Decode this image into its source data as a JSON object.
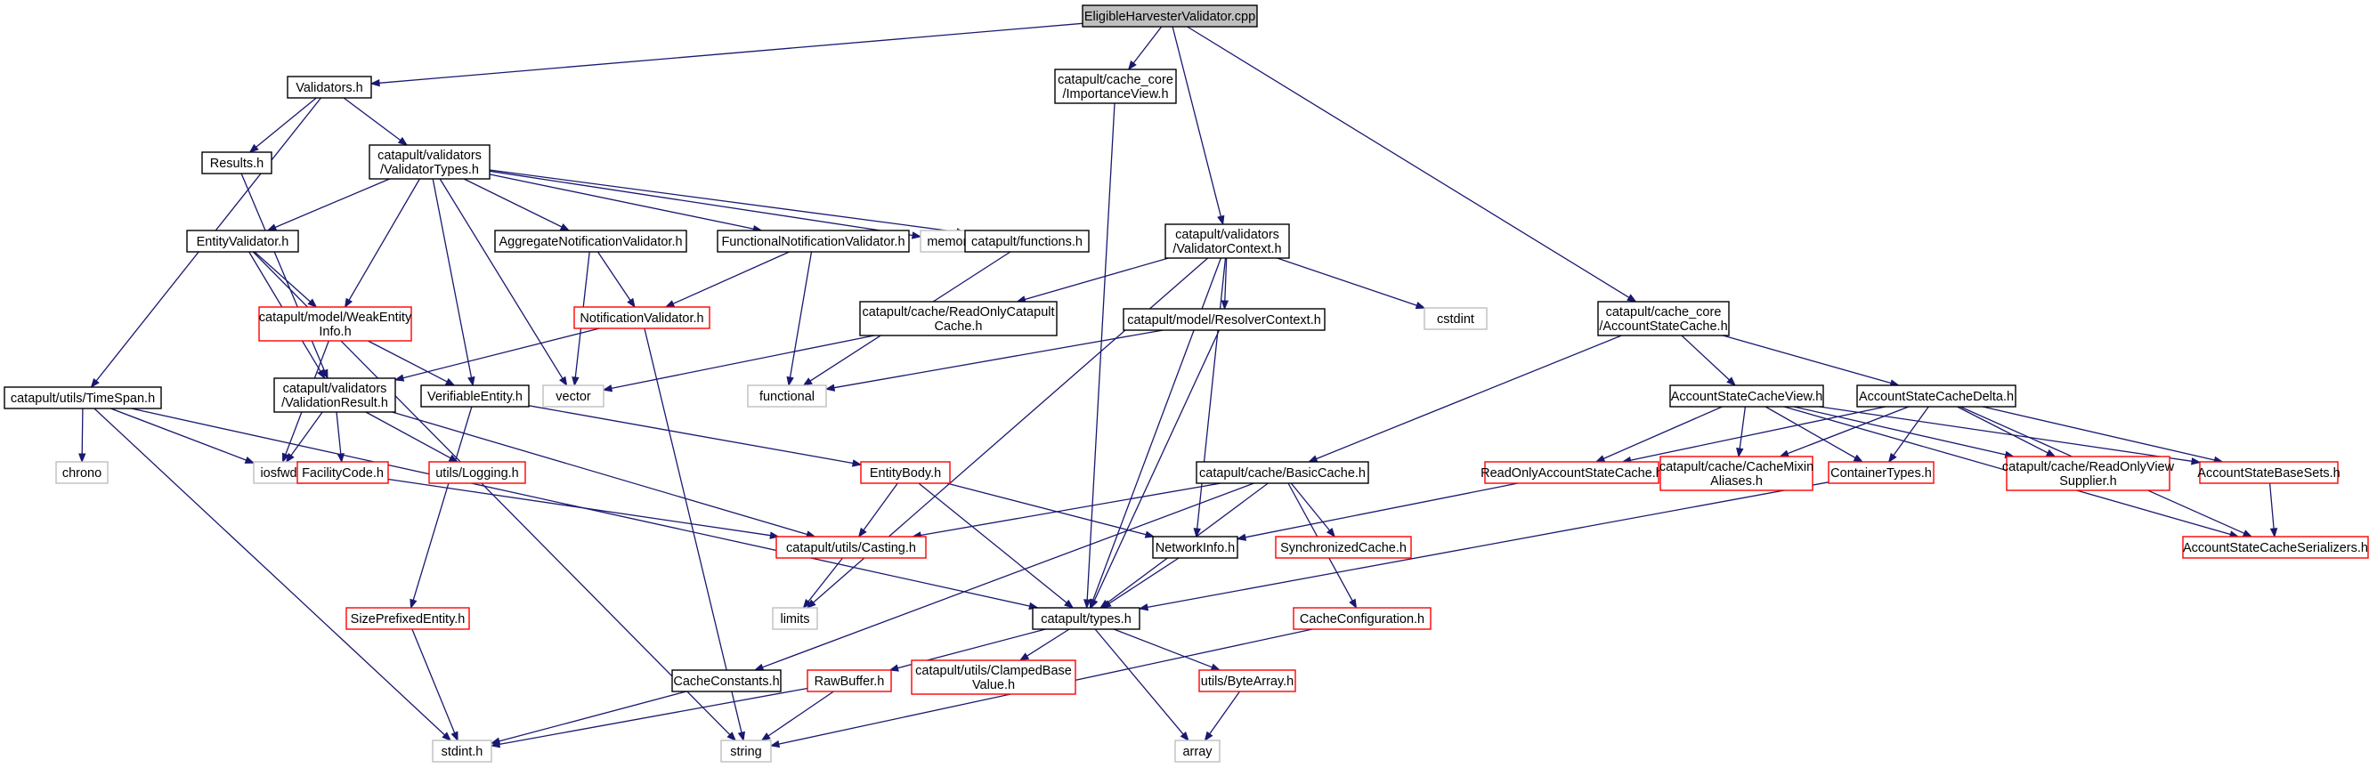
{
  "diagram": {
    "colors": {
      "edge": "#191970",
      "box_included": "#000000",
      "box_truncated": "#ff0000",
      "box_system": "#bfbfbf",
      "root_fill": "#bfbfbf",
      "box_fill": "#ffffff"
    },
    "nodes": [
      {
        "id": "root",
        "kind": "root",
        "lines": [
          "EligibleHarvesterValidator.cpp"
        ]
      },
      {
        "id": "validators_h",
        "kind": "included",
        "lines": [
          "Validators.h"
        ]
      },
      {
        "id": "importance_view",
        "kind": "included",
        "lines": [
          "catapult/cache_core",
          "/ImportanceView.h"
        ]
      },
      {
        "id": "results_h",
        "kind": "included",
        "lines": [
          "Results.h"
        ]
      },
      {
        "id": "validator_types",
        "kind": "included",
        "lines": [
          "catapult/validators",
          "/ValidatorTypes.h"
        ]
      },
      {
        "id": "entity_validator",
        "kind": "included",
        "lines": [
          "EntityValidator.h"
        ]
      },
      {
        "id": "aggregate_nv",
        "kind": "included",
        "lines": [
          "AggregateNotificationValidator.h"
        ]
      },
      {
        "id": "functional_nv",
        "kind": "included",
        "lines": [
          "FunctionalNotificationValidator.h"
        ]
      },
      {
        "id": "memory",
        "kind": "system",
        "lines": [
          "memory"
        ]
      },
      {
        "id": "functions_h",
        "kind": "included",
        "lines": [
          "catapult/functions.h"
        ]
      },
      {
        "id": "validator_context",
        "kind": "included",
        "lines": [
          "catapult/validators",
          "/ValidatorContext.h"
        ]
      },
      {
        "id": "account_state_cache",
        "kind": "included",
        "lines": [
          "catapult/cache_core",
          "/AccountStateCache.h"
        ]
      },
      {
        "id": "weak_entity",
        "kind": "truncated",
        "lines": [
          "catapult/model/WeakEntity",
          "Info.h"
        ]
      },
      {
        "id": "notification_validator",
        "kind": "truncated",
        "lines": [
          "NotificationValidator.h"
        ]
      },
      {
        "id": "ro_catapult_cache",
        "kind": "included",
        "lines": [
          "catapult/cache/ReadOnlyCatapult",
          "Cache.h"
        ]
      },
      {
        "id": "resolver_context",
        "kind": "included",
        "lines": [
          "catapult/model/ResolverContext.h"
        ]
      },
      {
        "id": "cstdint",
        "kind": "system",
        "lines": [
          "cstdint"
        ]
      },
      {
        "id": "timespan",
        "kind": "included",
        "lines": [
          "catapult/utils/TimeSpan.h"
        ]
      },
      {
        "id": "validation_result",
        "kind": "included",
        "lines": [
          "catapult/validators",
          "/ValidationResult.h"
        ]
      },
      {
        "id": "verifiable_entity",
        "kind": "included",
        "lines": [
          "VerifiableEntity.h"
        ]
      },
      {
        "id": "vector",
        "kind": "system",
        "lines": [
          "vector"
        ]
      },
      {
        "id": "functional",
        "kind": "system",
        "lines": [
          "functional"
        ]
      },
      {
        "id": "asc_view",
        "kind": "included",
        "lines": [
          "AccountStateCacheView.h"
        ]
      },
      {
        "id": "asc_delta",
        "kind": "included",
        "lines": [
          "AccountStateCacheDelta.h"
        ]
      },
      {
        "id": "chrono",
        "kind": "system",
        "lines": [
          "chrono"
        ]
      },
      {
        "id": "iosfwd",
        "kind": "system",
        "lines": [
          "iosfwd"
        ]
      },
      {
        "id": "facility_code",
        "kind": "truncated",
        "lines": [
          "FacilityCode.h"
        ]
      },
      {
        "id": "logging",
        "kind": "truncated",
        "lines": [
          "utils/Logging.h"
        ]
      },
      {
        "id": "entity_body",
        "kind": "truncated",
        "lines": [
          "EntityBody.h"
        ]
      },
      {
        "id": "basic_cache",
        "kind": "included",
        "lines": [
          "catapult/cache/BasicCache.h"
        ]
      },
      {
        "id": "ro_asc",
        "kind": "truncated",
        "lines": [
          "ReadOnlyAccountStateCache.h"
        ]
      },
      {
        "id": "cache_mixin",
        "kind": "truncated",
        "lines": [
          "catapult/cache/CacheMixin",
          "Aliases.h"
        ]
      },
      {
        "id": "container_types",
        "kind": "truncated",
        "lines": [
          "ContainerTypes.h"
        ]
      },
      {
        "id": "ro_view_supplier",
        "kind": "truncated",
        "lines": [
          "catapult/cache/ReadOnlyView",
          "Supplier.h"
        ]
      },
      {
        "id": "asc_base_sets",
        "kind": "truncated",
        "lines": [
          "AccountStateBaseSets.h"
        ]
      },
      {
        "id": "casting",
        "kind": "truncated",
        "lines": [
          "catapult/utils/Casting.h"
        ]
      },
      {
        "id": "sync_cache",
        "kind": "truncated",
        "lines": [
          "SynchronizedCache.h"
        ]
      },
      {
        "id": "network_info",
        "kind": "included",
        "lines": [
          "NetworkInfo.h"
        ]
      },
      {
        "id": "asc_serializers",
        "kind": "truncated",
        "lines": [
          "AccountStateCacheSerializers.h"
        ]
      },
      {
        "id": "size_prefixed",
        "kind": "truncated",
        "lines": [
          "SizePrefixedEntity.h"
        ]
      },
      {
        "id": "limits",
        "kind": "system",
        "lines": [
          "limits"
        ]
      },
      {
        "id": "types_h",
        "kind": "included",
        "lines": [
          "catapult/types.h"
        ]
      },
      {
        "id": "cache_configuration",
        "kind": "truncated",
        "lines": [
          "CacheConfiguration.h"
        ]
      },
      {
        "id": "cache_constants",
        "kind": "included",
        "lines": [
          "CacheConstants.h"
        ]
      },
      {
        "id": "raw_buffer",
        "kind": "truncated",
        "lines": [
          "RawBuffer.h"
        ]
      },
      {
        "id": "clamped_base",
        "kind": "truncated",
        "lines": [
          "catapult/utils/ClampedBase",
          "Value.h"
        ]
      },
      {
        "id": "byte_array",
        "kind": "truncated",
        "lines": [
          "utils/ByteArray.h"
        ]
      },
      {
        "id": "stdint",
        "kind": "system",
        "lines": [
          "stdint.h"
        ]
      },
      {
        "id": "string",
        "kind": "system",
        "lines": [
          "string"
        ]
      },
      {
        "id": "array",
        "kind": "system",
        "lines": [
          "array"
        ]
      }
    ],
    "edges": [
      [
        "root",
        "validators_h"
      ],
      [
        "root",
        "importance_view"
      ],
      [
        "root",
        "validator_context"
      ],
      [
        "root",
        "account_state_cache"
      ],
      [
        "validators_h",
        "results_h"
      ],
      [
        "validators_h",
        "validator_types"
      ],
      [
        "validators_h",
        "timespan"
      ],
      [
        "importance_view",
        "types_h"
      ],
      [
        "results_h",
        "validation_result"
      ],
      [
        "validator_types",
        "entity_validator"
      ],
      [
        "validator_types",
        "aggregate_nv"
      ],
      [
        "validator_types",
        "functional_nv"
      ],
      [
        "validator_types",
        "memory"
      ],
      [
        "validator_types",
        "functions_h"
      ],
      [
        "validator_types",
        "weak_entity"
      ],
      [
        "validator_types",
        "verifiable_entity"
      ],
      [
        "validator_types",
        "vector"
      ],
      [
        "entity_validator",
        "weak_entity"
      ],
      [
        "entity_validator",
        "validation_result"
      ],
      [
        "entity_validator",
        "string"
      ],
      [
        "aggregate_nv",
        "notification_validator"
      ],
      [
        "aggregate_nv",
        "vector"
      ],
      [
        "functional_nv",
        "notification_validator"
      ],
      [
        "functional_nv",
        "functional"
      ],
      [
        "functions_h",
        "functional"
      ],
      [
        "weak_entity",
        "verifiable_entity"
      ],
      [
        "weak_entity",
        "iosfwd"
      ],
      [
        "notification_validator",
        "validation_result"
      ],
      [
        "notification_validator",
        "string"
      ],
      [
        "validator_context",
        "ro_catapult_cache"
      ],
      [
        "validator_context",
        "resolver_context"
      ],
      [
        "validator_context",
        "cstdint"
      ],
      [
        "validator_context",
        "network_info"
      ],
      [
        "validator_context",
        "limits"
      ],
      [
        "validator_context",
        "types_h"
      ],
      [
        "ro_catapult_cache",
        "vector"
      ],
      [
        "resolver_context",
        "functional"
      ],
      [
        "resolver_context",
        "types_h"
      ],
      [
        "account_state_cache",
        "basic_cache"
      ],
      [
        "account_state_cache",
        "asc_view"
      ],
      [
        "account_state_cache",
        "asc_delta"
      ],
      [
        "timespan",
        "chrono"
      ],
      [
        "timespan",
        "iosfwd"
      ],
      [
        "timespan",
        "types_h"
      ],
      [
        "timespan",
        "stdint"
      ],
      [
        "validation_result",
        "iosfwd"
      ],
      [
        "validation_result",
        "facility_code"
      ],
      [
        "validation_result",
        "logging"
      ],
      [
        "validation_result",
        "casting"
      ],
      [
        "verifiable_entity",
        "entity_body"
      ],
      [
        "verifiable_entity",
        "size_prefixed"
      ],
      [
        "facility_code",
        "casting"
      ],
      [
        "entity_body",
        "casting"
      ],
      [
        "entity_body",
        "network_info"
      ],
      [
        "entity_body",
        "types_h"
      ],
      [
        "asc_view",
        "ro_asc"
      ],
      [
        "asc_view",
        "cache_mixin"
      ],
      [
        "asc_view",
        "container_types"
      ],
      [
        "asc_view",
        "ro_view_supplier"
      ],
      [
        "asc_view",
        "asc_base_sets"
      ],
      [
        "asc_view",
        "asc_serializers"
      ],
      [
        "asc_delta",
        "ro_asc"
      ],
      [
        "asc_delta",
        "cache_mixin"
      ],
      [
        "asc_delta",
        "container_types"
      ],
      [
        "asc_delta",
        "ro_view_supplier"
      ],
      [
        "asc_delta",
        "asc_base_sets"
      ],
      [
        "asc_delta",
        "asc_serializers"
      ],
      [
        "basic_cache",
        "casting"
      ],
      [
        "basic_cache",
        "sync_cache"
      ],
      [
        "basic_cache",
        "types_h"
      ],
      [
        "basic_cache",
        "cache_configuration"
      ],
      [
        "basic_cache",
        "cache_constants"
      ],
      [
        "ro_asc",
        "network_info"
      ],
      [
        "container_types",
        "types_h"
      ],
      [
        "asc_base_sets",
        "asc_serializers"
      ],
      [
        "casting",
        "limits"
      ],
      [
        "network_info",
        "types_h"
      ],
      [
        "size_prefixed",
        "stdint"
      ],
      [
        "types_h",
        "raw_buffer"
      ],
      [
        "types_h",
        "clamped_base"
      ],
      [
        "types_h",
        "byte_array"
      ],
      [
        "types_h",
        "array"
      ],
      [
        "cache_configuration",
        "string"
      ],
      [
        "cache_constants",
        "stdint"
      ],
      [
        "raw_buffer",
        "stdint"
      ],
      [
        "raw_buffer",
        "string"
      ],
      [
        "byte_array",
        "array"
      ]
    ]
  }
}
